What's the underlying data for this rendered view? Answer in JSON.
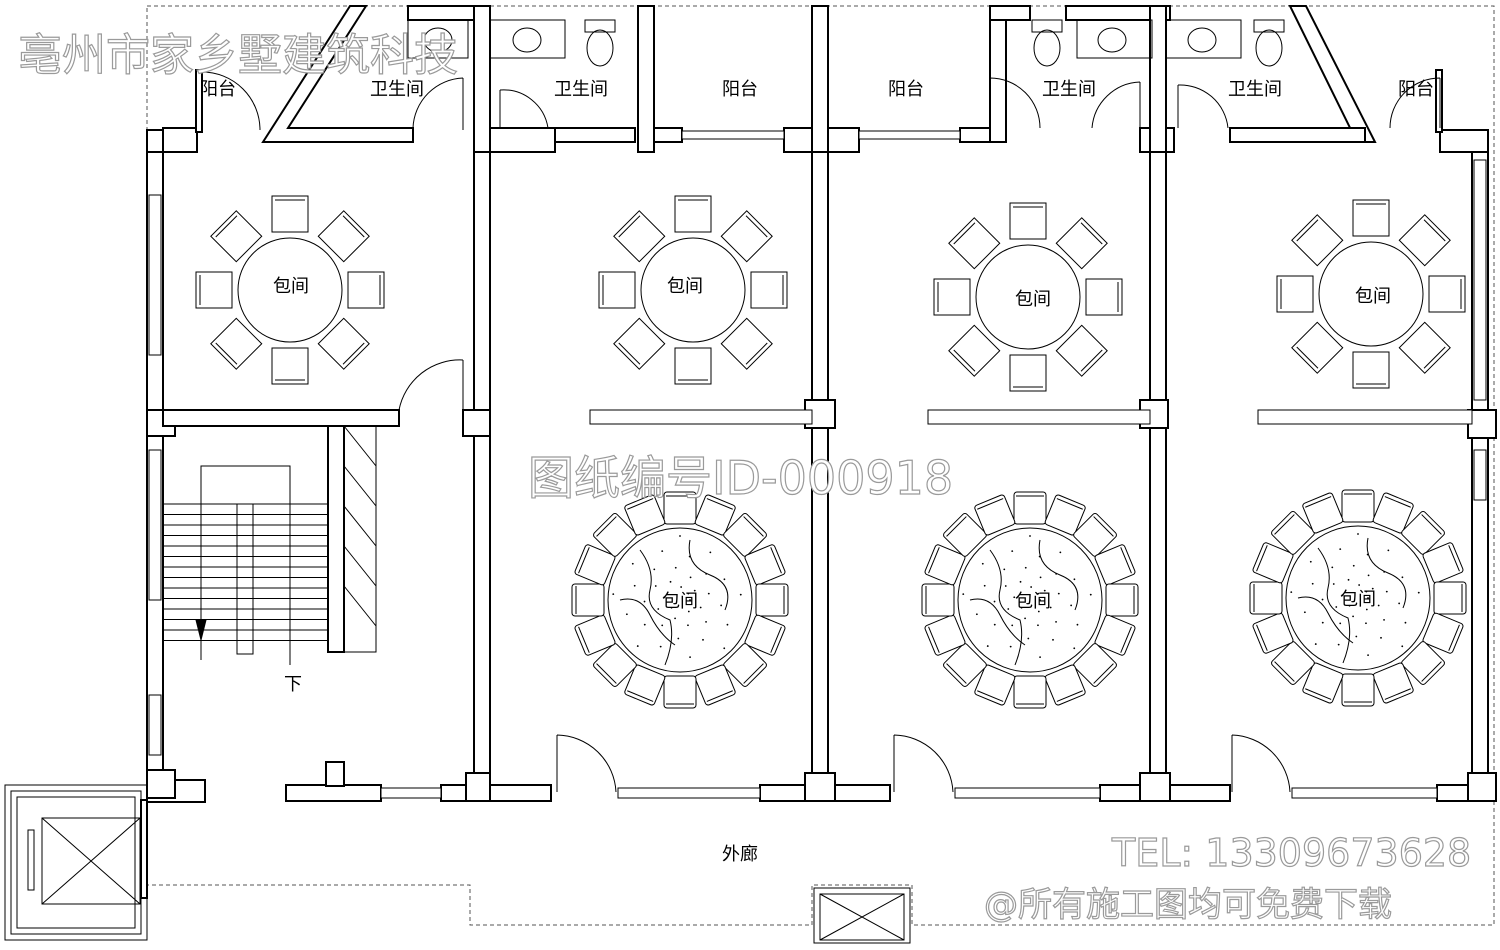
{
  "labels": {
    "balcony": "阳台",
    "bathroom": "卫生间",
    "private_room": "包间",
    "corridor": "外廊",
    "down": "下"
  },
  "watermarks": {
    "company": "亳州市家乡墅建筑科技",
    "drawing_id": "图纸编号ID-000918",
    "tel": "TEL: 13309673628",
    "free_note": "@所有施工图均可免费下载"
  }
}
